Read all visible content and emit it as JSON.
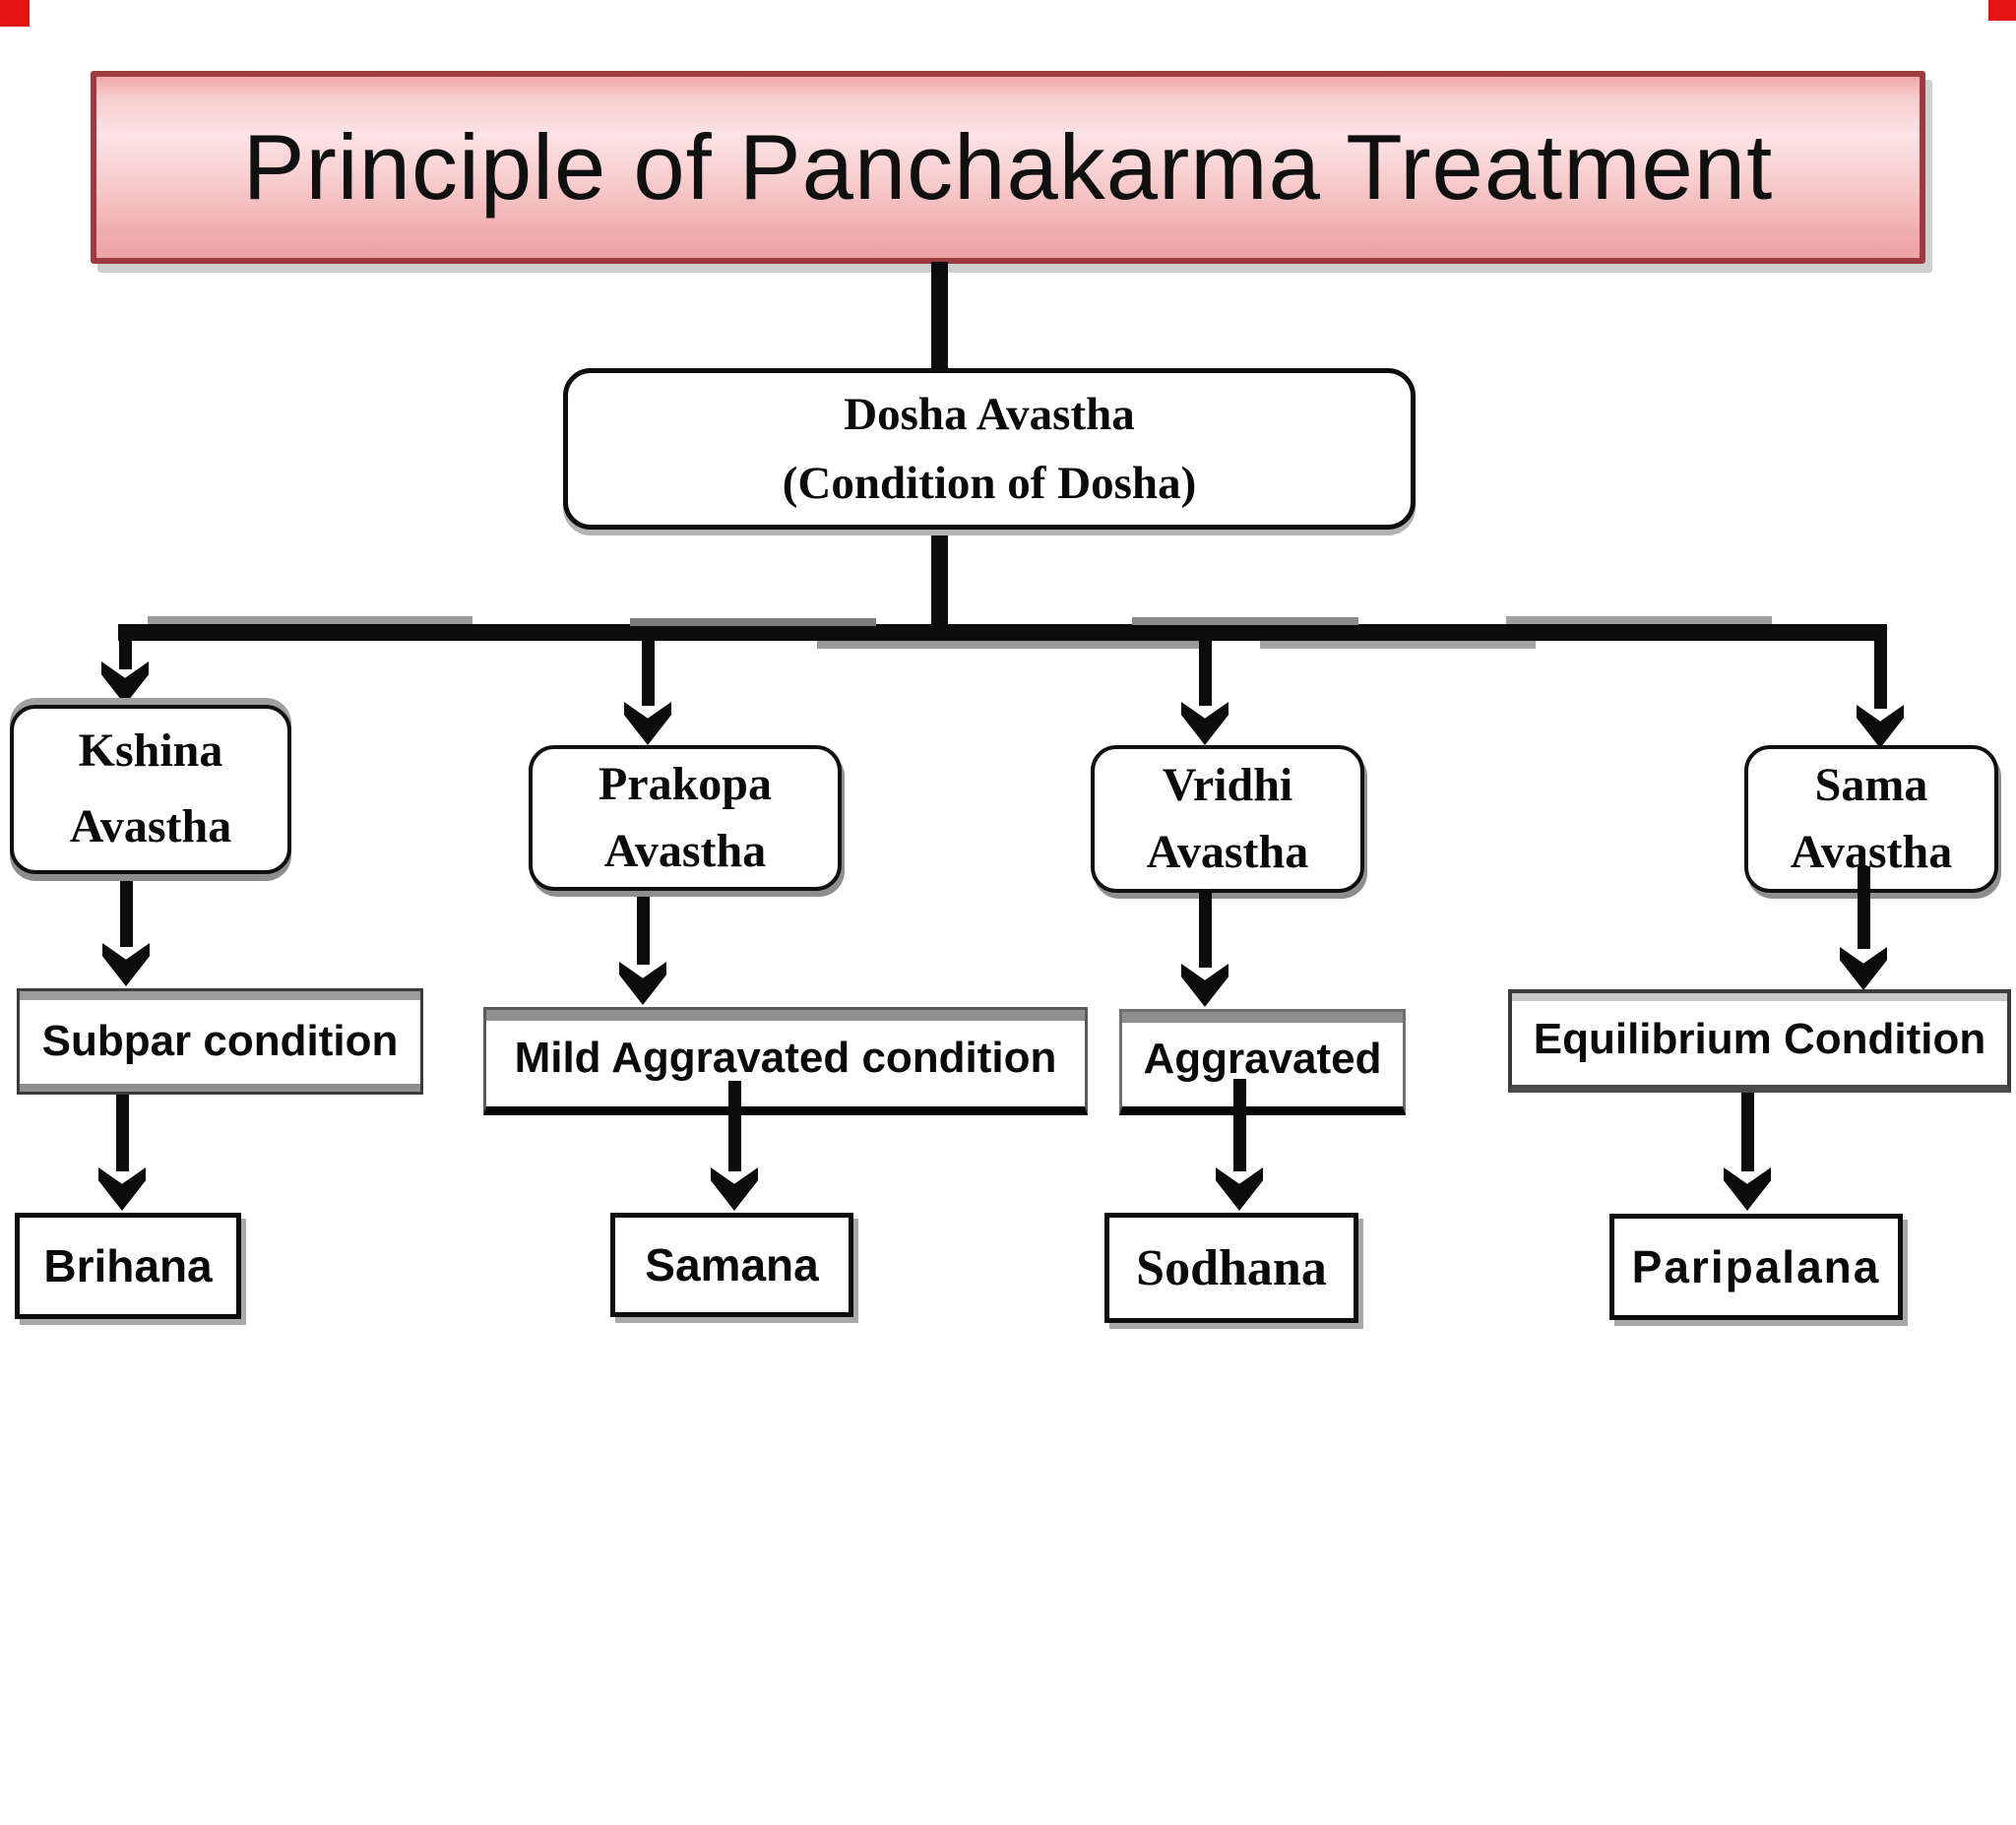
{
  "title": "Principle of Panchakarma Treatment",
  "root": {
    "line1": "Dosha Avastha",
    "line2": "(Condition of Dosha)"
  },
  "columns": [
    {
      "stage_line1": "Kshina",
      "stage_line2": "Avastha",
      "condition": "Subpar condition",
      "treatment": "Brihana"
    },
    {
      "stage_line1": "Prakopa",
      "stage_line2": "Avastha",
      "condition": "Mild Aggravated condition",
      "treatment": "Samana"
    },
    {
      "stage_line1": "Vridhi",
      "stage_line2": "Avastha",
      "condition": "Aggravated",
      "treatment": "Sodhana"
    },
    {
      "stage_line1": "Sama",
      "stage_line2": "Avastha",
      "condition": "Equilibrium Condition",
      "treatment": "Paripalana"
    }
  ],
  "colors": {
    "banner_border": "#9e3b40",
    "banner_fill_light": "#fce3e4",
    "banner_fill_dark": "#eda3a6",
    "box_border": "#111111",
    "connector": "#0c0c0c",
    "shadow_gray": "#8f8f8f",
    "corner_artifact_red": "#e41414"
  }
}
